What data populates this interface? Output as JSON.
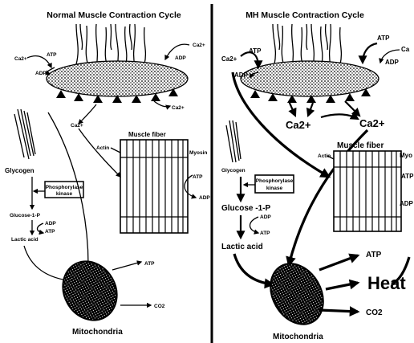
{
  "left_panel": {
    "title": "Normal Muscle Contraction Cycle",
    "labels": {
      "ca_left": "Ca2+",
      "atp_top": "ATP",
      "adp_top": "ADP",
      "ca_right_top": "Ca2+",
      "adp_right_top": "ADP",
      "ca_bottom_right": "Ca2+",
      "ca_mid": "Ca2+",
      "muscle_fiber": "Muscle fiber",
      "actin": "Actin",
      "myosin": "Myosin",
      "atp_fiber": "ATP",
      "adp_fiber": "ADP",
      "glycogen": "Glycogen",
      "phosphorylase_line1": "Phosphorylase",
      "phosphorylase_line2": "kinase",
      "glucose": "Glucose-1-P",
      "adp_glucose": "ADP",
      "atp_glucose": "ATP",
      "lactic": "Lactic acid",
      "atp_mito": "ATP",
      "co2_mito": "CO2",
      "mitochondria": "Mitochondria"
    }
  },
  "right_panel": {
    "title": "MH Muscle Contraction Cycle",
    "labels": {
      "ca_left": "Ca2+",
      "atp_top_left": "ATP",
      "adp_top_left": "ADP",
      "atp_top_right": "ATP",
      "adp_top_right": "ADP",
      "ca_edge": "Ca",
      "ca_big_left": "Ca2+",
      "ca_big_right": "Ca2+",
      "muscle_fiber": "Muscle fiber",
      "actin": "Actin",
      "myosin": "Myo",
      "atp_fiber": "ATP",
      "adp_fiber": "ADP",
      "glycogen": "Glycogen",
      "phosphorylase_line1": "Phosphorylase",
      "phosphorylase_line2": "kinase",
      "glucose": "Glucose -1-P",
      "adp_glucose": "ADP",
      "atp_glucose": "ATP",
      "lactic": "Lactic acid",
      "atp_mito": "ATP",
      "heat": "Heat",
      "co2_mito": "CO2",
      "mitochondria": "Mitochondria"
    }
  },
  "colors": {
    "ink": "#000000",
    "background": "#ffffff"
  }
}
